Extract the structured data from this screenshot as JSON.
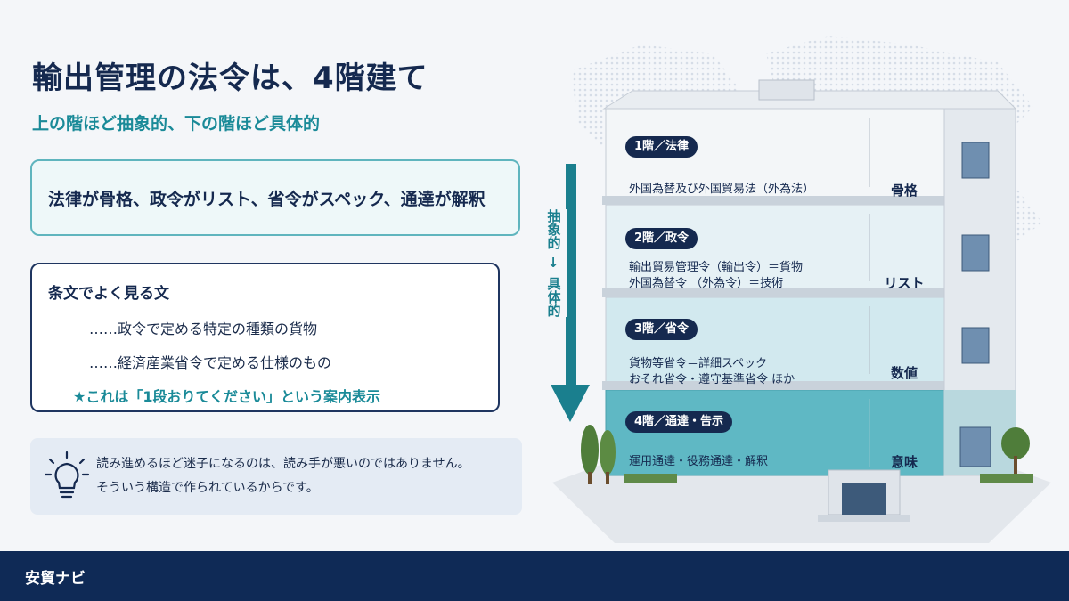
{
  "header": {
    "title": "輸出管理の法令は、4階建て",
    "subtitle": "上の階ほど抽象的、下の階ほど具体的"
  },
  "summary_box": {
    "text": "法律が骨格、政令がリスト、省令がスペック、通達が解釈"
  },
  "phrase_box": {
    "title": "条文でよく見る文",
    "lines": [
      "……政令で定める特定の種類の貨物",
      "……経済産業省令で定める仕様のもの"
    ],
    "note": "★これは「1段おりてください」という案内表示"
  },
  "tip_box": {
    "icon": "lightbulb-icon",
    "lines": [
      "読み進めるほど迷子になるのは、読み手が悪いのではありません。",
      "そういう構造で作られているからです。"
    ]
  },
  "arrow": {
    "top_label": "抽象的",
    "mid_symbol": "↓",
    "bottom_label": "具体的",
    "color": "#1a7f8e"
  },
  "floors": [
    {
      "badge": "1階／法律",
      "lines": [
        "外国為替及び外国貿易法（外為法）"
      ],
      "tag": "骨格"
    },
    {
      "badge": "2階／政令",
      "lines": [
        "輸出貿易管理令（輸出令）＝貨物",
        "外国為替令 （外為令）＝技術"
      ],
      "tag": "リスト"
    },
    {
      "badge": "3階／省令",
      "lines": [
        "貨物等省令＝詳細スペック",
        "おそれ省令・遵守基準省令 ほか"
      ],
      "tag": "数値"
    },
    {
      "badge": "4階／通達・告示",
      "lines": [
        "運用通達・役務通達・解釈"
      ],
      "tag": "意味"
    }
  ],
  "footer": {
    "brand": "安貿ナビ",
    "color": "#0f2a56"
  },
  "colors": {
    "navy": "#15294f",
    "teal": "#1a8a98",
    "floor4": "#5fb8c4"
  }
}
